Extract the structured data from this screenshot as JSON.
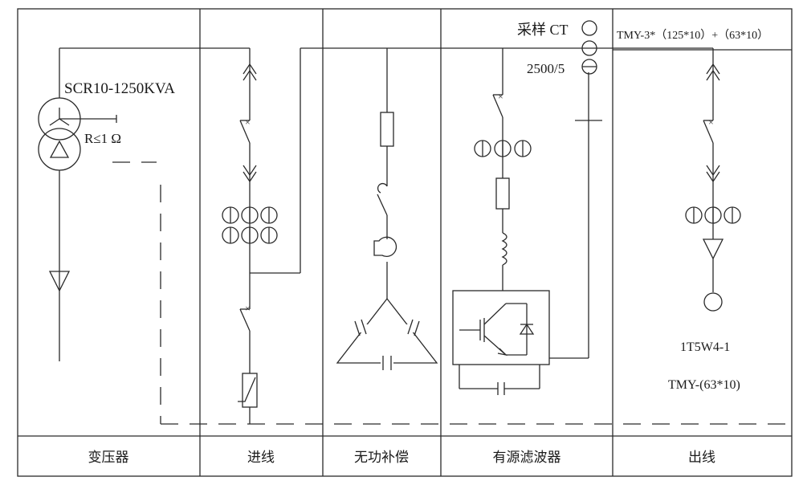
{
  "columns": [
    {
      "id": "transformer",
      "label": "变压器"
    },
    {
      "id": "incoming",
      "label": "进线"
    },
    {
      "id": "reactive",
      "label": "无功补偿"
    },
    {
      "id": "filter",
      "label": "有源滤波器"
    },
    {
      "id": "outgoing",
      "label": "出线"
    }
  ],
  "transformer": {
    "model": "SCR10-1250KVA",
    "grounding": "R≤1 Ω"
  },
  "filter": {
    "ct_label": "采样 CT",
    "ct_ratio": "2500/5"
  },
  "outgoing": {
    "busbar_top": "TMY-3*（125*10）+（63*10）",
    "cable": "1T5W4-1",
    "busbar": "TMY-(63*10)"
  }
}
